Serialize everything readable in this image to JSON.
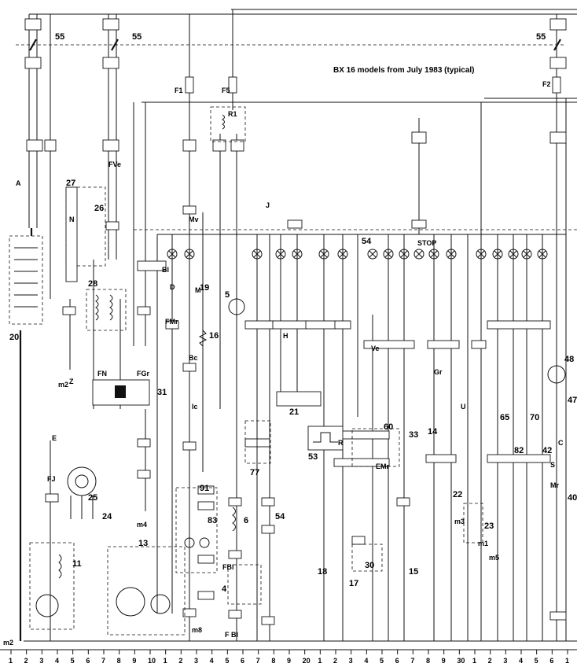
{
  "title": "BX 16 models from July 1983 (typical)",
  "component_numbers": [
    "55",
    "55",
    "55",
    "20",
    "27",
    "26",
    "28",
    "31",
    "25",
    "24",
    "11",
    "13",
    "19",
    "16",
    "5",
    "21",
    "53",
    "54",
    "77",
    "6",
    "4",
    "91",
    "83",
    "54",
    "30",
    "18",
    "17",
    "33",
    "14",
    "15",
    "60",
    "22",
    "23",
    "65",
    "82",
    "70",
    "42",
    "47",
    "48",
    "40"
  ],
  "wire_letters": [
    "A",
    "J",
    "N",
    "M",
    "R",
    "D",
    "E",
    "Z",
    "Bl",
    "Mv",
    "Bc",
    "Ve",
    "Gr",
    "Mr",
    "FVe",
    "H",
    "U",
    "C",
    "S",
    "FN",
    "FMr",
    "FBl",
    "EMr",
    "FGr",
    "FJ",
    "F Bl",
    "Ic",
    "STOP"
  ],
  "fuse_labels": [
    "F1",
    "F5",
    "F2"
  ],
  "relay_label": "R1",
  "ground_labels": [
    "m2",
    "m2",
    "m4",
    "m3",
    "m1",
    "m5",
    "m8"
  ],
  "bottom_scale": [
    "1",
    "2",
    "3",
    "4",
    "5",
    "6",
    "7",
    "8",
    "9",
    "10",
    "1",
    "2",
    "3",
    "4",
    "5",
    "6",
    "7",
    "8",
    "9",
    "20",
    "1",
    "2",
    "3",
    "4",
    "5",
    "6",
    "7",
    "8",
    "9",
    "30",
    "1",
    "2",
    "3",
    "4",
    "5",
    "6",
    "1"
  ]
}
